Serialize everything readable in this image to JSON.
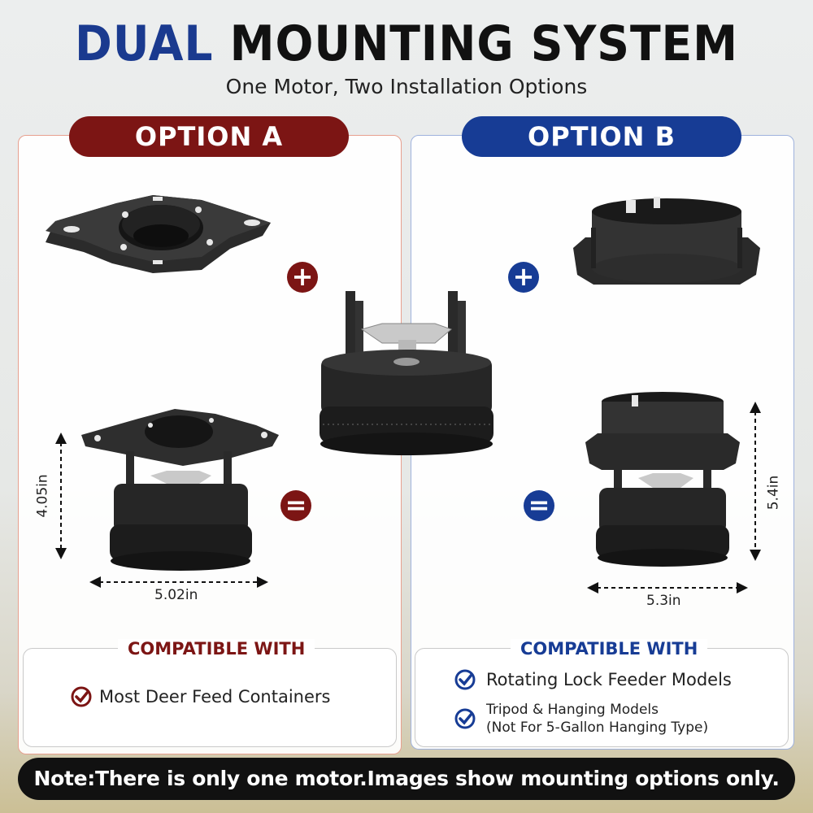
{
  "header": {
    "title_accent": "DUAL",
    "title_rest": "MOUNTING SYSTEM",
    "subtitle": "One Motor, Two Installation Options"
  },
  "option_a": {
    "label": "OPTION A",
    "plus_symbol": "+",
    "equals_symbol": "=",
    "height_dim": "4.05in",
    "width_dim": "5.02in",
    "compat_heading": "COMPATIBLE WITH",
    "compat_items": [
      "Most Deer Feed Containers"
    ]
  },
  "option_b": {
    "label": "OPTION B",
    "plus_symbol": "+",
    "equals_symbol": "=",
    "height_dim": "5.4in",
    "width_dim": "5.3in",
    "compat_heading": "COMPATIBLE WITH",
    "compat_items": [
      "Rotating Lock Feeder Models",
      "Tripod & Hanging Models",
      "(Not For 5-Gallon Hanging Type)"
    ]
  },
  "note": "Note:There is only one motor.Images show mounting options only.",
  "colors": {
    "accent_red": "#7c1514",
    "accent_blue": "#173c95",
    "title_blue": "#1a3a8f"
  },
  "icons": {
    "plus": "plus-circle-icon",
    "equals": "equals-circle-icon",
    "check": "check-circle-icon"
  }
}
